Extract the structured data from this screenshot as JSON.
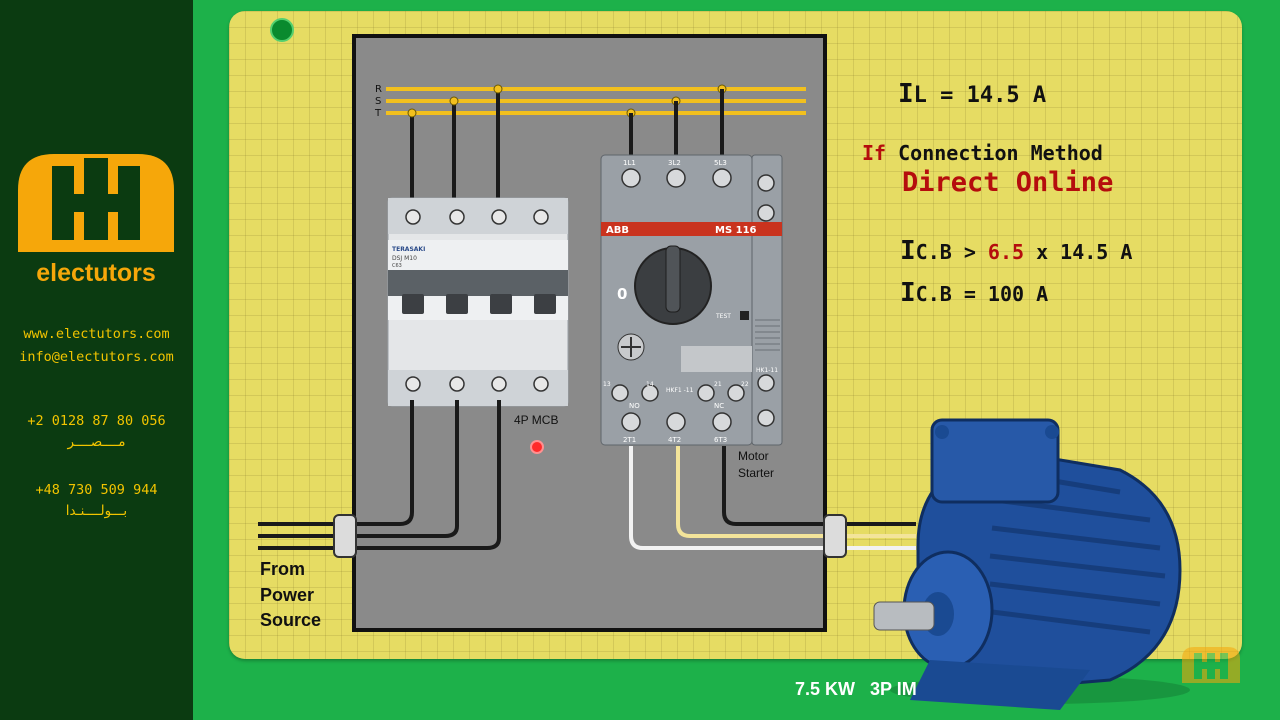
{
  "brand": {
    "name": "electutors",
    "website": "www.electutors.com",
    "email": "info@electutors.com",
    "phone_egypt": "+2 0128 87 80 056",
    "country_egypt": "مــــصــــر",
    "phone_poland": "+48 730 509 944",
    "country_poland": "بـــولــــنـدا"
  },
  "panel": {
    "bus_labels": [
      "R",
      "S",
      "T"
    ],
    "mcb_label": "4P MCB",
    "motor_starter_label": "Motor Starter",
    "source_label": "From Power Source"
  },
  "mcb_device": {
    "brand": "TERASAKI",
    "model": "DSJ M10",
    "sub": "C63"
  },
  "starter_device": {
    "brand": "ABB",
    "model": "MS 116",
    "aux_model": "HK1-11",
    "aux_front": "HKF1 -11",
    "position_off": "0",
    "test_label": "TEST",
    "top_terminals": [
      "1L1",
      "3L2",
      "5L3"
    ],
    "bottom_terminals": [
      "2T1",
      "4T2",
      "6T3"
    ],
    "aux_terminals": [
      "13",
      "14",
      "21",
      "22"
    ],
    "no_label": "NO",
    "nc_label": "NC"
  },
  "calc": {
    "il_symbol": "I",
    "il_sub": "L",
    "il_rest": " = 14.5 A",
    "if_word": "If",
    "connection_label": "Connection Method",
    "method": "Direct Online",
    "icb_symbol": "I",
    "icb_sub": "C.B",
    "icb_line1_pre": " > ",
    "icb_factor": "6.5",
    "icb_line1_post": " x 14.5 A",
    "icb_line2_rest": " = 100 A"
  },
  "motor": {
    "rating": "7.5 KW   3P IM"
  },
  "colors": {
    "background": "#1db14a",
    "sidebar": "#0b3b11",
    "accent": "#f2c400",
    "board": "#e6dc63",
    "panel": "#8a8a8a",
    "bus": "#f2c01e",
    "highlight_red": "#b50d0d",
    "motor": "#1f4f9c"
  },
  "icons": [
    "electutors-logo-icon",
    "pushpin-icon",
    "motor-icon",
    "indicator-led-icon"
  ]
}
